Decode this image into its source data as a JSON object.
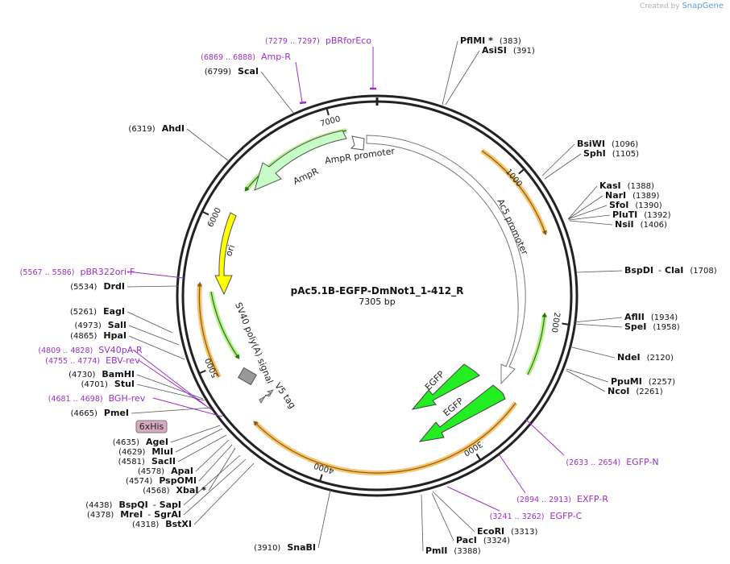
{
  "credit": {
    "prefix": "Created by",
    "brand": "SnapGene"
  },
  "plasmid": {
    "name": "pAc5.1B-EGFP-DmNot1_1-412_R",
    "length_label": "7305 bp",
    "length": 7305
  },
  "ticks": [
    {
      "pos": 1000,
      "label": "1000"
    },
    {
      "pos": 2000,
      "label": "2000"
    },
    {
      "pos": 3000,
      "label": "3000"
    },
    {
      "pos": 4000,
      "label": "4000"
    },
    {
      "pos": 5000,
      "label": "5000"
    },
    {
      "pos": 6000,
      "label": "6000"
    },
    {
      "pos": 7000,
      "label": "7000"
    }
  ],
  "enzymes_right": [
    {
      "name": "PflMI *",
      "pos": "(383)"
    },
    {
      "name": "AsiSI",
      "pos": "(391)"
    },
    {
      "name": "BsiWI",
      "pos": "(1096)"
    },
    {
      "name": "SphI",
      "pos": "(1105)"
    },
    {
      "name": "KasI",
      "pos": "(1388)"
    },
    {
      "name": "NarI",
      "pos": "(1389)"
    },
    {
      "name": "SfoI",
      "pos": "(1390)"
    },
    {
      "name": "PluTI",
      "pos": "(1392)"
    },
    {
      "name": "NsiI",
      "pos": "(1406)"
    },
    {
      "name": "BspDI",
      "sep": "-",
      "name2": "ClaI",
      "pos": "(1708)"
    },
    {
      "name": "AflII",
      "pos": "(1934)"
    },
    {
      "name": "SpeI",
      "pos": "(1958)"
    },
    {
      "name": "NdeI",
      "pos": "(2120)"
    },
    {
      "name": "PpuMI",
      "pos": "(2257)"
    },
    {
      "name": "NcoI",
      "pos": "(2261)"
    },
    {
      "name": "EcoRI",
      "pos": "(3313)"
    },
    {
      "name": "PacI",
      "pos": "(3324)"
    },
    {
      "name": "PmlI",
      "pos": "(3388)"
    }
  ],
  "enzymes_left": [
    {
      "name": "ScaI",
      "pos": "(6799)"
    },
    {
      "name": "AhdI",
      "pos": "(6319)"
    },
    {
      "name": "DrdI",
      "pos": "(5534)"
    },
    {
      "name": "EagI",
      "pos": "(5261)"
    },
    {
      "name": "SalI",
      "pos": "(4973)"
    },
    {
      "name": "HpaI",
      "pos": "(4865)"
    },
    {
      "name": "BamHI",
      "pos": "(4730)"
    },
    {
      "name": "StuI",
      "pos": "(4701)"
    },
    {
      "name": "PmeI",
      "pos": "(4665)"
    },
    {
      "name": "AgeI",
      "pos": "(4635)"
    },
    {
      "name": "MluI",
      "pos": "(4629)"
    },
    {
      "name": "SacII",
      "pos": "(4581)"
    },
    {
      "name": "ApaI",
      "pos": "(4578)"
    },
    {
      "name": "PspOMI",
      "pos": "(4574)"
    },
    {
      "name": "XbaI *",
      "pos": "(4568)"
    },
    {
      "name": "BspQI",
      "sep": "-",
      "name2": "SapI",
      "pos": "(4438)"
    },
    {
      "name": "MreI",
      "sep": "-",
      "name2": "SgrAI",
      "pos": "(4378)"
    },
    {
      "name": "BstXI",
      "pos": "(4318)"
    },
    {
      "name": "SnaBI",
      "pos": "(3910)"
    }
  ],
  "primers": [
    {
      "name": "pBRforEco",
      "range": "(7279 .. 7297)"
    },
    {
      "name": "Amp-R",
      "range": "(6869 .. 6888)"
    },
    {
      "name": "pBR322ori-F",
      "range": "(5567 .. 5586)"
    },
    {
      "name": "SV40pA-R",
      "range": "(4809 .. 4828)"
    },
    {
      "name": "EBV-rev",
      "range": "(4755 .. 4774)"
    },
    {
      "name": "BGH-rev",
      "range": "(4681 .. 4698)"
    },
    {
      "name": "EGFP-N",
      "range": "(2633 .. 2654)"
    },
    {
      "name": "EXFP-R",
      "range": "(2894 .. 2913)"
    },
    {
      "name": "EGFP-C",
      "range": "(3241 .. 3262)"
    }
  ],
  "features": [
    {
      "name": "AmpR promoter"
    },
    {
      "name": "AmpR"
    },
    {
      "name": "Ac5 promoter"
    },
    {
      "name": "ori"
    },
    {
      "name": "SV40 poly(A) signal"
    },
    {
      "name": "V5 tag"
    },
    {
      "name": "EGFP"
    },
    {
      "name": "EGFP"
    },
    {
      "name": "6xHis"
    }
  ],
  "colors": {
    "backbone": "#222222",
    "primer": "#9b30c8",
    "orf_arrow": "#e8a33c",
    "ampr": "#c6fcc6",
    "ori": "#ffff00",
    "egfp": "#22ee22",
    "promoter": "#ffffff",
    "polya": "#999999",
    "tag": "#d8a9c0"
  }
}
